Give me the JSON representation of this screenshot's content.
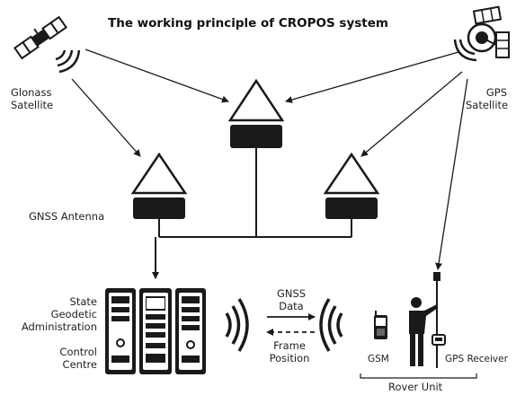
{
  "title": "The working principle of CROPOS system",
  "labels": {
    "glonass_line1": "Glonass",
    "glonass_line2": "Satellite",
    "gps_line1": "GPS",
    "gps_line2": "Satellite",
    "gnss_antenna": "GNSS Antenna",
    "state_line1": "State",
    "state_line2": "Geodetic",
    "state_line3": "Administration",
    "control_line1": "Control",
    "control_line2": "Centre",
    "gnss_data_line1": "GNSS",
    "gnss_data_line2": "Data",
    "frame_line1": "Frame",
    "frame_line2": "Position",
    "gsm": "GSM",
    "gps_receiver": "GPS Receiver",
    "rover_unit": "Rover Unit"
  },
  "colors": {
    "ink": "#1a1a1a",
    "background": "#ffffff"
  }
}
